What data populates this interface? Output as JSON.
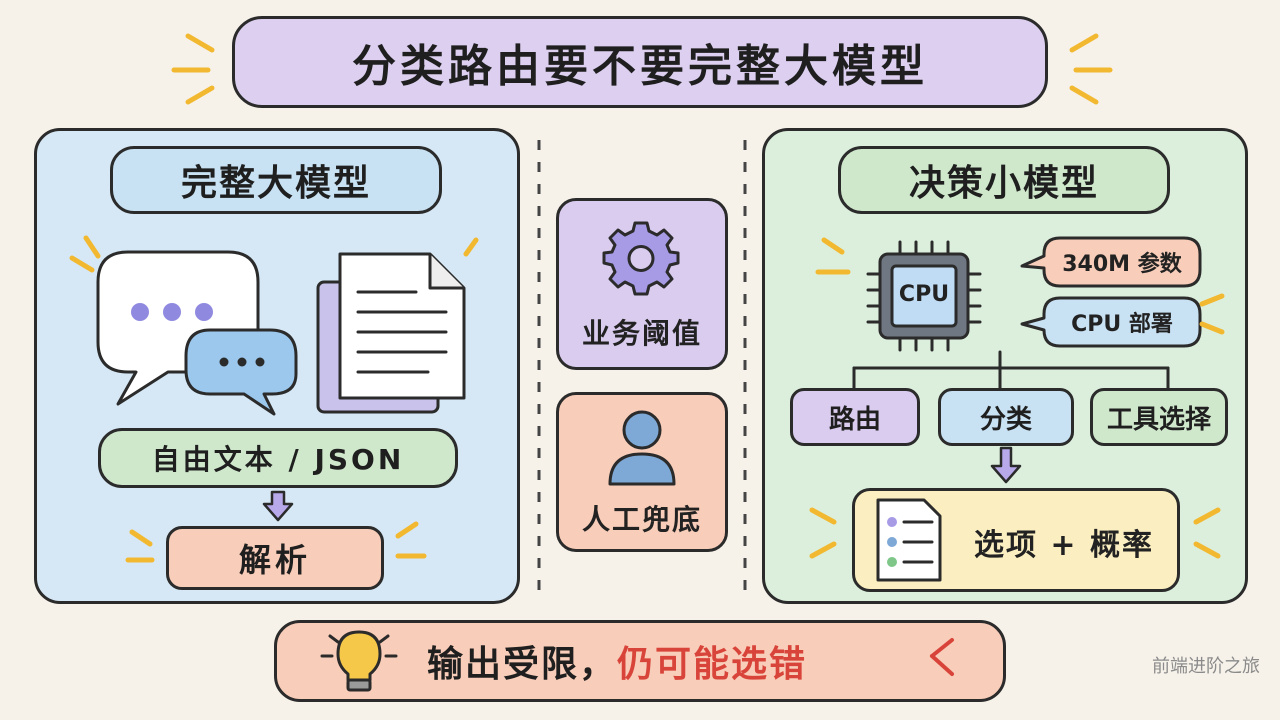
{
  "title": "分类路由要不要完整大模型",
  "left_panel": {
    "heading": "完整大模型",
    "output_label": "自由文本 / JSON",
    "parse_label": "解析"
  },
  "middle": {
    "threshold_label": "业务阈值",
    "fallback_label": "人工兜底"
  },
  "right_panel": {
    "heading": "决策小模型",
    "chip_label": "CPU",
    "params_callout": "340M 参数",
    "deploy_callout": "CPU 部署",
    "tasks": [
      "路由",
      "分类",
      "工具选择"
    ],
    "result_label": "选项 + 概率"
  },
  "bottom": {
    "prefix": "输出受限，",
    "highlight": "仍可能选错"
  },
  "watermark": "前端进阶之旅",
  "colors": {
    "title_bg": "#dccff0",
    "left_bg": "#d6e8f5",
    "right_bg": "#dcefdc",
    "purple_box": "#d9ccef",
    "salmon_box": "#f8cdb9",
    "green_pill": "#cfe8cc",
    "blue_pill": "#c8e2f4",
    "yellow_box": "#fbefc1",
    "highlight_red": "#d9443a",
    "accent_yellow": "#f2b830"
  }
}
